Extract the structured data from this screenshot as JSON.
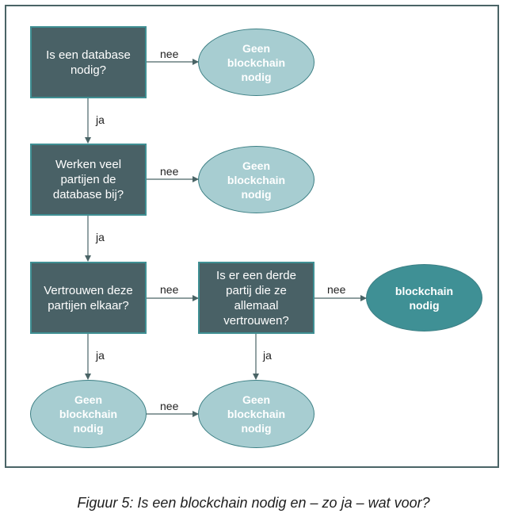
{
  "diagram": {
    "q1": "Is een database\nnodig?",
    "q2": "Werken veel\npartijen de\ndatabase bij?",
    "q3": "Vertrouwen deze\npartijen elkaar?",
    "q4": "Is er een derde\npartij die ze\nallemaal\nvertrouwen?",
    "result_no_1": "Geen\nblockchain\nnodig",
    "result_no_2": "Geen\nblockchain\nnodig",
    "result_no_3": "Geen\nblockchain\nnodig",
    "result_no_4": "Geen\nblockchain\nnodig",
    "result_yes": "blockchain\nnodig",
    "edge_nee_1": "nee",
    "edge_nee_2": "nee",
    "edge_nee_3": "nee",
    "edge_nee_4": "nee",
    "edge_nee_5": "nee",
    "edge_ja_1": "ja",
    "edge_ja_2": "ja",
    "edge_ja_3": "ja",
    "edge_ja_4": "ja"
  },
  "caption": "Figuur 5: Is een blockchain nodig en – zo ja – wat voor?",
  "colors": {
    "box_fill": "#496166",
    "box_border": "#3f8f93",
    "oval_light": "#a7cdd1",
    "oval_dark": "#3f9095",
    "frame": "#4a6466",
    "connector": "#4a6466"
  }
}
